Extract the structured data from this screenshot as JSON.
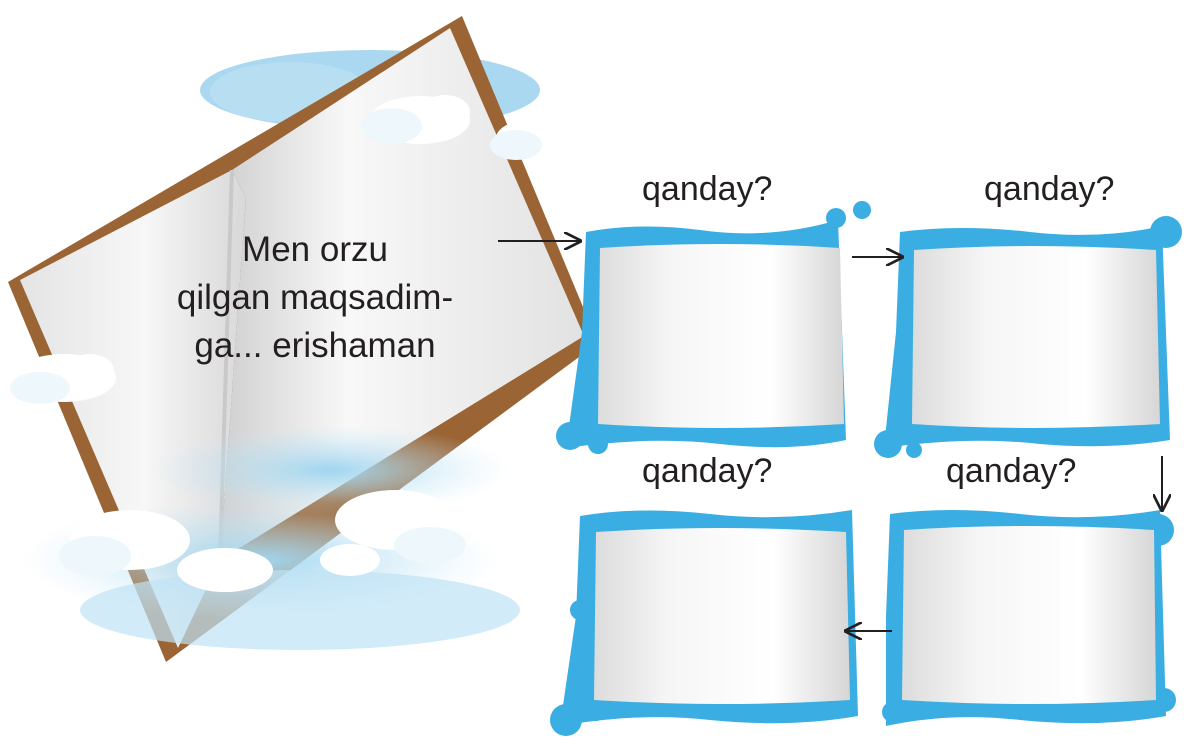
{
  "book": {
    "lines": [
      "Men orzu",
      "qilgan maqsadim-",
      "ga... erishaman"
    ]
  },
  "frames": [
    {
      "label": "qanday?"
    },
    {
      "label": "qanday?"
    },
    {
      "label": "qanday?"
    },
    {
      "label": "qanday?"
    }
  ],
  "colors": {
    "frame_blue": "#3aaee2",
    "cloud_blue": "#a9d8f0",
    "book_brown": "#9a6434",
    "text": "#231f20"
  }
}
